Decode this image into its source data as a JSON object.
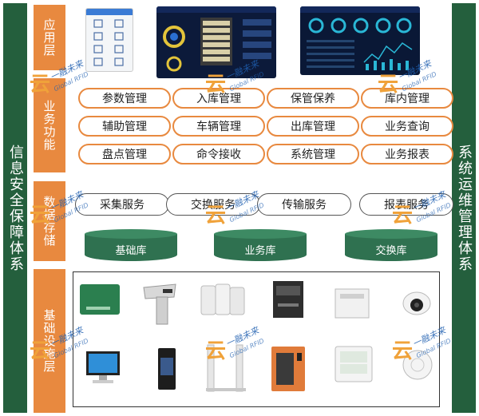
{
  "side_left": "信息安全保障体系",
  "side_right": "系统运维管理体系",
  "layers": {
    "app": "应用层",
    "business": "业务功能",
    "data": "数据存储",
    "infra": "基础设施层"
  },
  "business_functions": [
    [
      "参数管理",
      "入库管理",
      "保管保养",
      "库内管理"
    ],
    [
      "辅助管理",
      "车辆管理",
      "出库管理",
      "业务查询"
    ],
    [
      "盘点管理",
      "命令接收",
      "系统管理",
      "业务报表"
    ]
  ],
  "services": [
    "采集服务",
    "交换服务",
    "传输服务",
    "报表服务"
  ],
  "databases": [
    "基础库",
    "业务库",
    "交换库"
  ],
  "watermark": {
    "brand": "一融未来",
    "sub": "Global RFID"
  },
  "colors": {
    "dark_green": "#245f3d",
    "orange": "#e8893f",
    "db_green": "#2f7150"
  }
}
